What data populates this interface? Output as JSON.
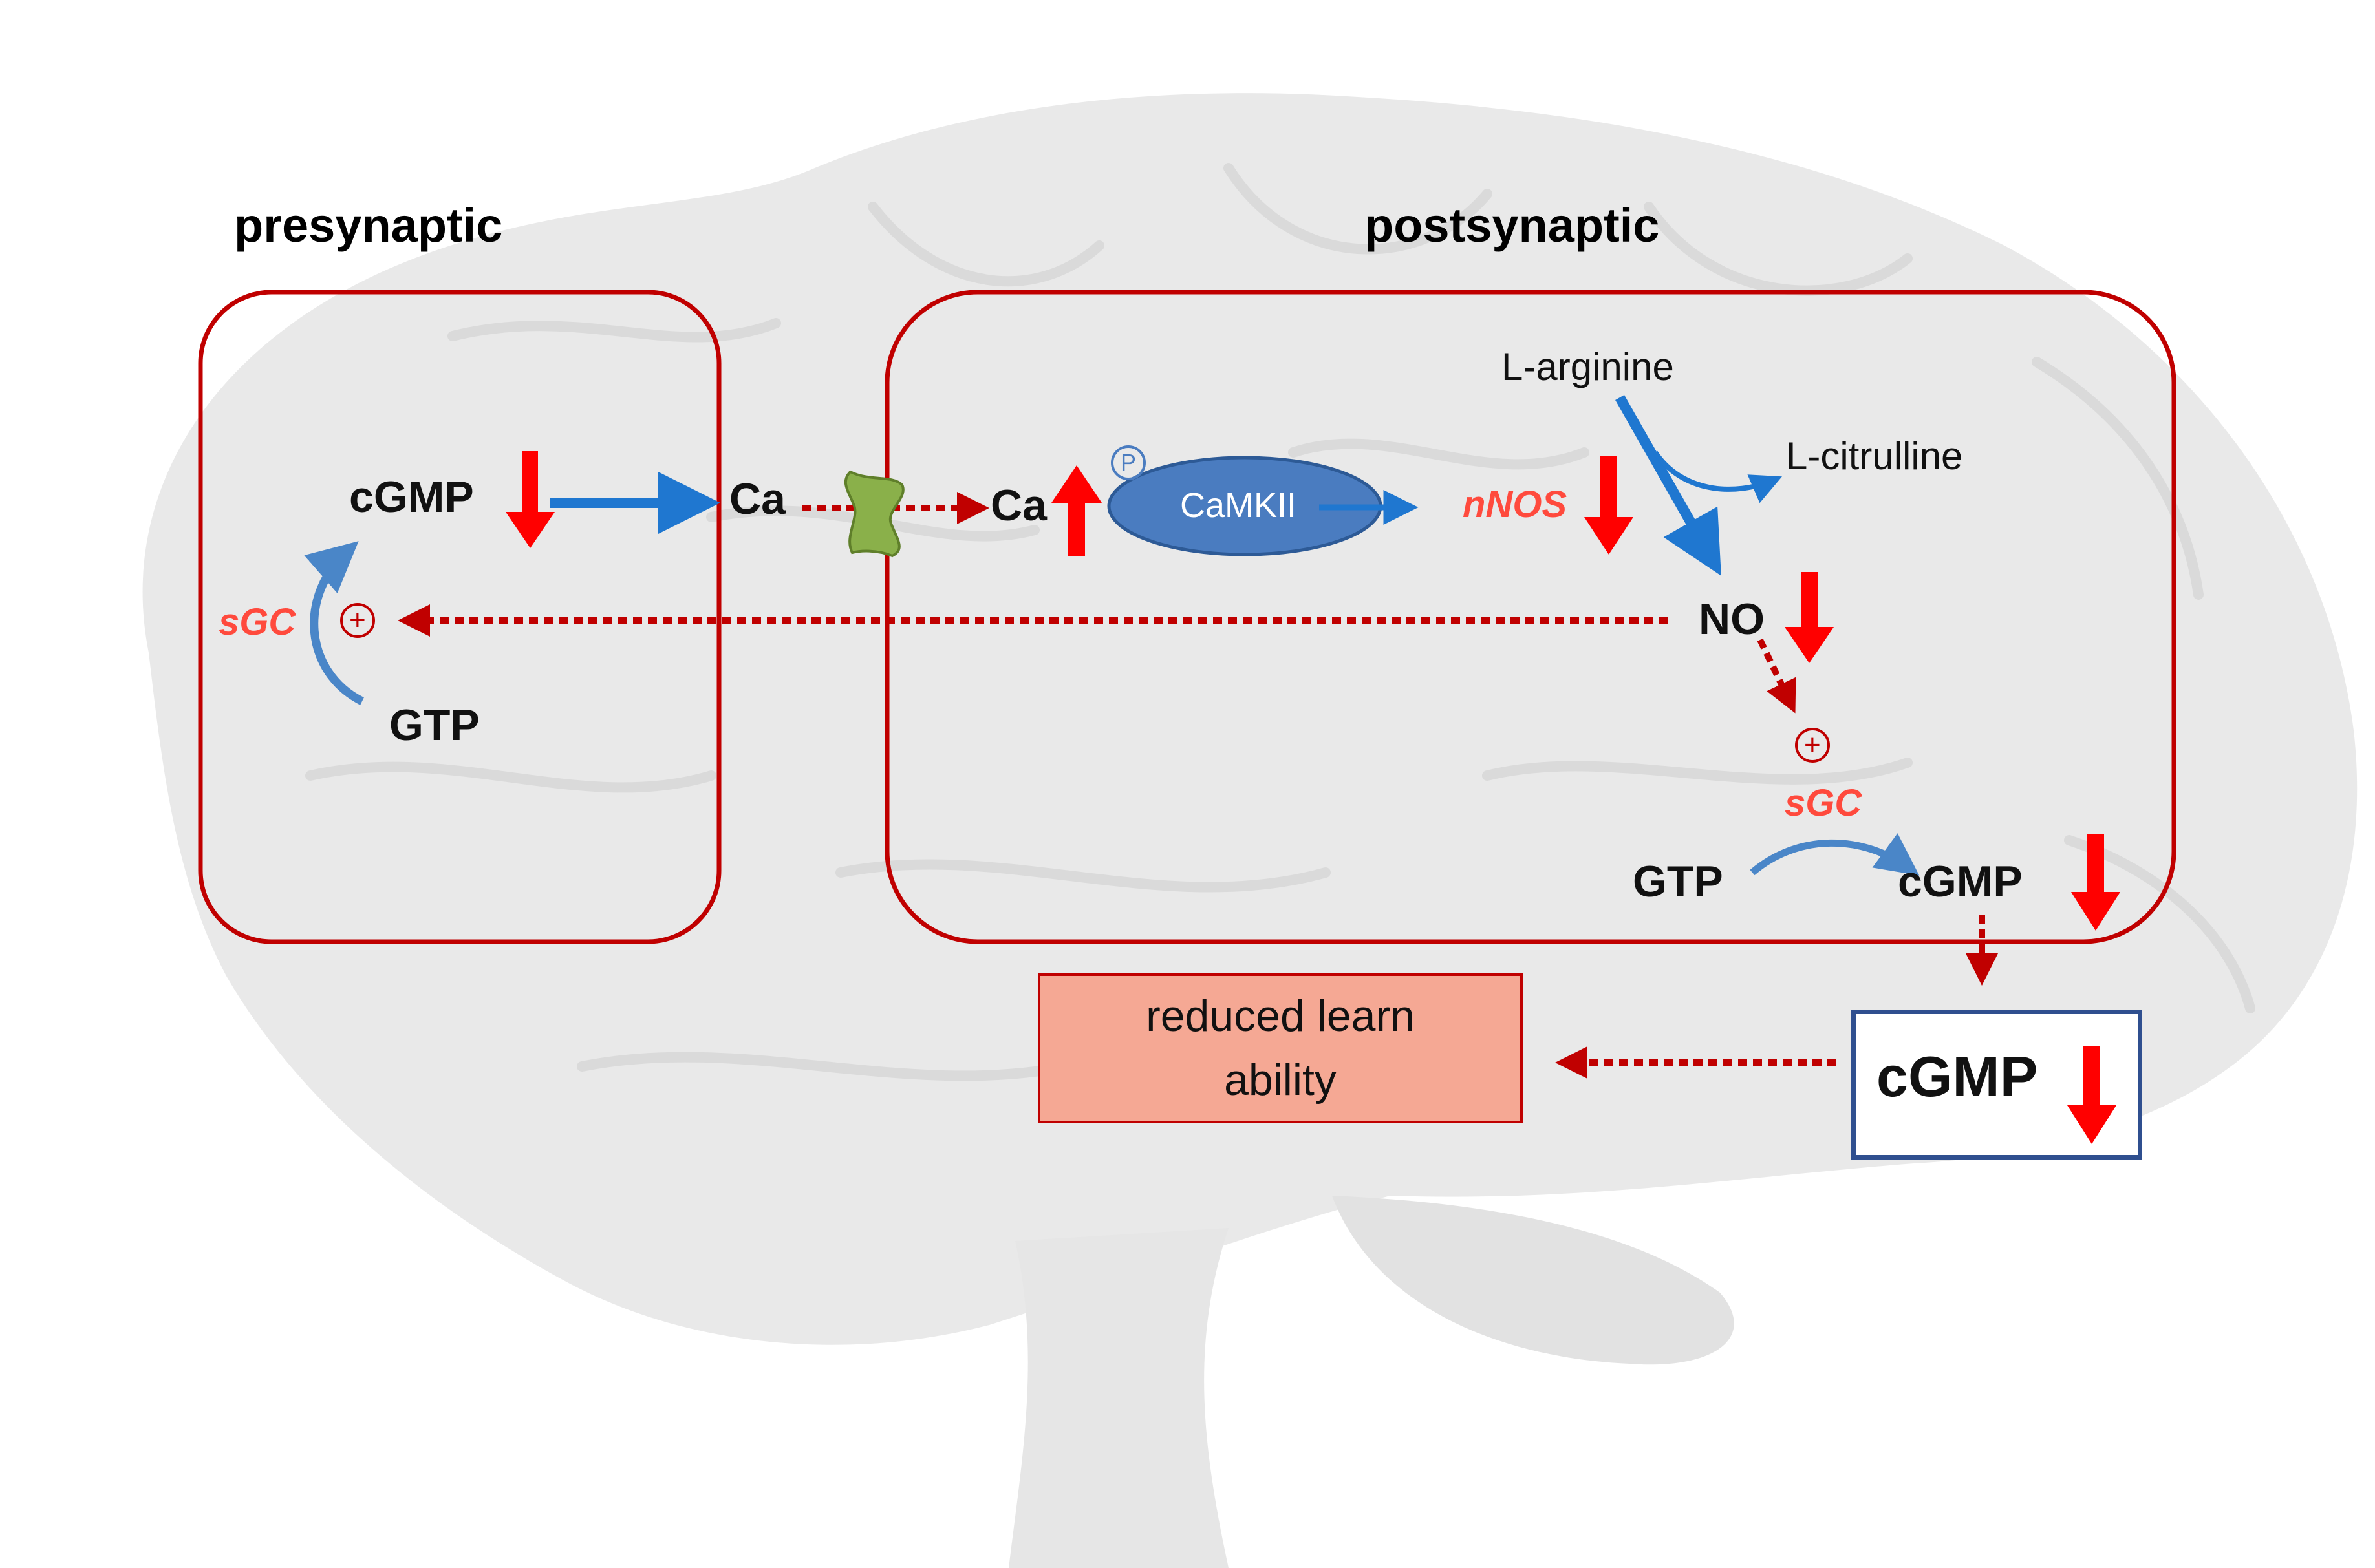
{
  "labels": {
    "presynaptic": "presynaptic",
    "postsynaptic": "postsynaptic"
  },
  "presynaptic": {
    "cgmp": "cGMP",
    "ca_out": "Ca",
    "sgc": "sGC",
    "plus": "+",
    "gtp": "GTP"
  },
  "postsynaptic": {
    "ca": "Ca",
    "phospho": "P",
    "camkii": "CaMKII",
    "nnos": "nNOS",
    "l_arginine": "L-arginine",
    "l_citrulline": "L-citrulline",
    "no": "NO",
    "plus": "+",
    "sgc": "sGC",
    "gtp": "GTP",
    "cgmp": "cGMP"
  },
  "outcome": {
    "cgmp": "cGMP",
    "effect": "reduced learn ability"
  },
  "colors": {
    "compartment_border": "#c00000",
    "decrease_arrow": "#ff0000",
    "increase_arrow": "#ff0000",
    "flow_arrow": "#1f77d0",
    "inhibition_dotted": "#c00000",
    "enzyme_text": "#ff4a3d",
    "camkii_fill": "#4a7cc0",
    "outcome_fill": "#f5a894",
    "cgmp_box_border": "#2f4f8f",
    "channel": "#8ab04a",
    "brain": "#eaeaea"
  },
  "icons": [
    "brain-silhouette",
    "calcium-channel-icon",
    "phosphate-icon"
  ]
}
